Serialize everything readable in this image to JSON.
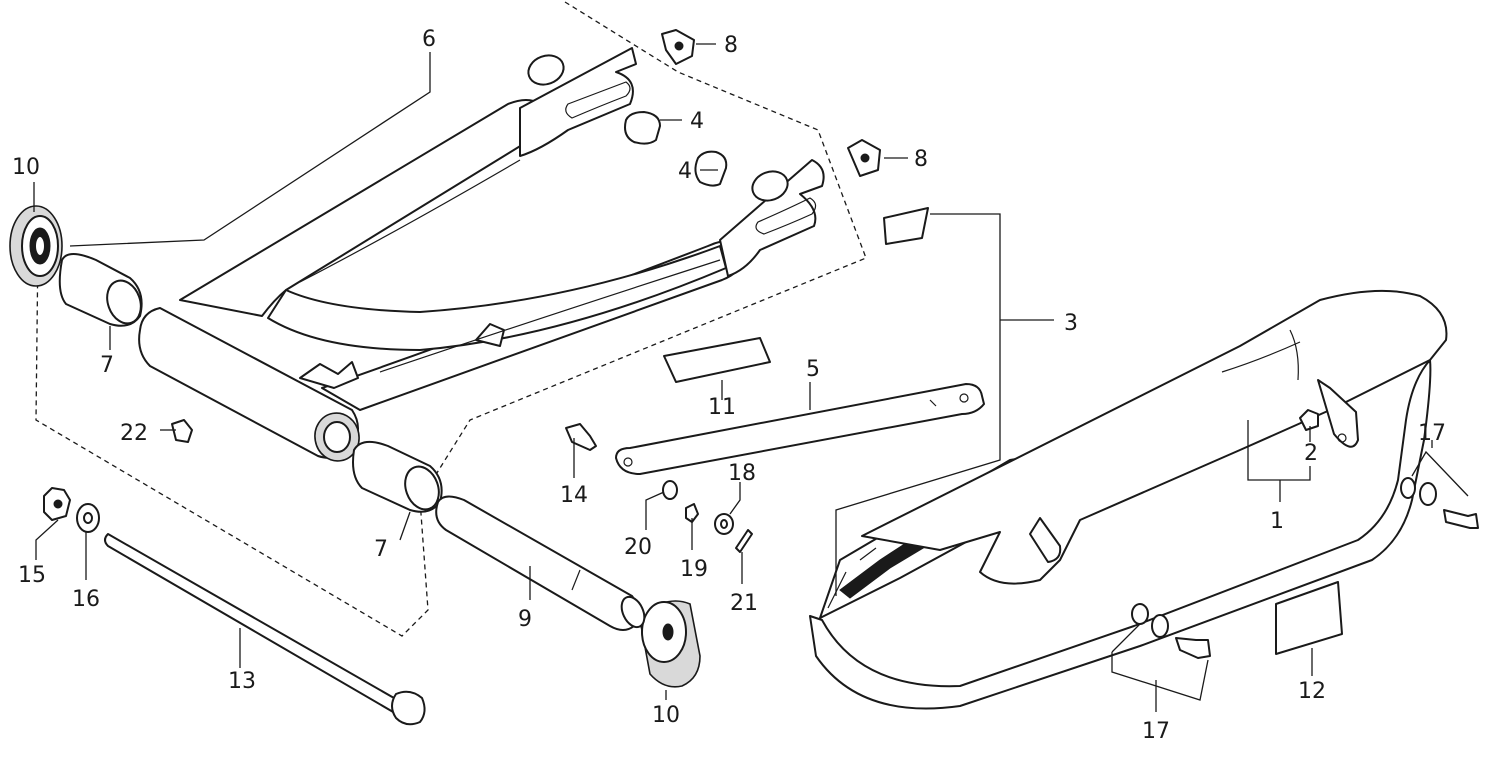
{
  "diagram": {
    "callouts": {
      "n1": "1",
      "n2": "2",
      "n3": "3",
      "n4a": "4",
      "n4b": "4",
      "n5": "5",
      "n6": "6",
      "n7a": "7",
      "n7b": "7",
      "n8a": "8",
      "n8b": "8",
      "n9": "9",
      "n10a": "10",
      "n10b": "10",
      "n11": "11",
      "n12": "12",
      "n13": "13",
      "n14": "14",
      "n15": "15",
      "n16": "16",
      "n17a": "17",
      "n17b": "17",
      "n18": "18",
      "n19": "19",
      "n20": "20",
      "n21": "21",
      "n22": "22"
    }
  }
}
